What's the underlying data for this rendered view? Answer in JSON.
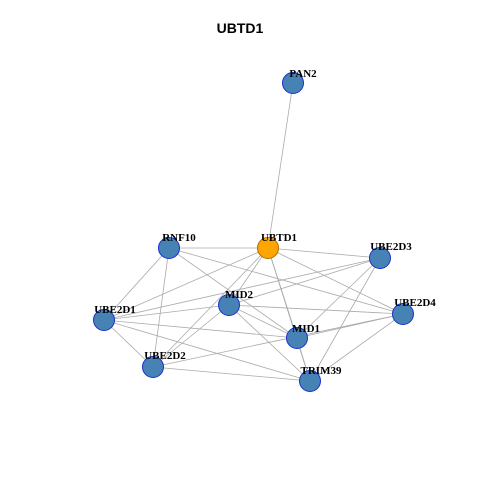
{
  "title": "UBTD1",
  "colors": {
    "node_fill": "#4682B4",
    "node_stroke": "#1a2fcc",
    "focus_fill": "#FFA500",
    "focus_stroke": "#b36b00",
    "edge": "#aaaaaa"
  },
  "nodes": [
    {
      "id": "PAN2",
      "label": "PAN2",
      "focus": false
    },
    {
      "id": "RNF10",
      "label": "RNF10",
      "focus": false
    },
    {
      "id": "UBTD1",
      "label": "UBTD1",
      "focus": true
    },
    {
      "id": "UBE2D3",
      "label": "UBE2D3",
      "focus": false
    },
    {
      "id": "UBE2D4",
      "label": "UBE2D4",
      "focus": false
    },
    {
      "id": "MID2",
      "label": "MID2",
      "focus": false
    },
    {
      "id": "UBE2D1",
      "label": "UBE2D1",
      "focus": false
    },
    {
      "id": "MID1",
      "label": "MID1",
      "focus": false
    },
    {
      "id": "UBE2D2",
      "label": "UBE2D2",
      "focus": false
    },
    {
      "id": "TRIM39",
      "label": "TRIM39",
      "focus": false
    }
  ],
  "edges": [
    [
      "PAN2",
      "UBTD1"
    ],
    [
      "UBTD1",
      "RNF10"
    ],
    [
      "UBTD1",
      "UBE2D3"
    ],
    [
      "UBTD1",
      "UBE2D4"
    ],
    [
      "UBTD1",
      "MID2"
    ],
    [
      "UBTD1",
      "MID1"
    ],
    [
      "UBTD1",
      "UBE2D1"
    ],
    [
      "UBTD1",
      "UBE2D2"
    ],
    [
      "UBTD1",
      "TRIM39"
    ],
    [
      "RNF10",
      "UBE2D1"
    ],
    [
      "RNF10",
      "UBE2D2"
    ],
    [
      "RNF10",
      "MID1"
    ],
    [
      "RNF10",
      "UBE2D4"
    ],
    [
      "UBE2D3",
      "MID2"
    ],
    [
      "UBE2D3",
      "MID1"
    ],
    [
      "UBE2D3",
      "TRIM39"
    ],
    [
      "UBE2D3",
      "UBE2D1"
    ],
    [
      "UBE2D4",
      "MID2"
    ],
    [
      "UBE2D4",
      "MID1"
    ],
    [
      "UBE2D4",
      "TRIM39"
    ],
    [
      "UBE2D4",
      "UBE2D2"
    ],
    [
      "MID2",
      "MID1"
    ],
    [
      "MID2",
      "UBE2D1"
    ],
    [
      "MID2",
      "UBE2D2"
    ],
    [
      "MID2",
      "TRIM39"
    ],
    [
      "UBE2D1",
      "MID1"
    ],
    [
      "UBE2D1",
      "UBE2D2"
    ],
    [
      "UBE2D1",
      "TRIM39"
    ],
    [
      "MID1",
      "TRIM39"
    ],
    [
      "UBE2D2",
      "TRIM39"
    ]
  ]
}
